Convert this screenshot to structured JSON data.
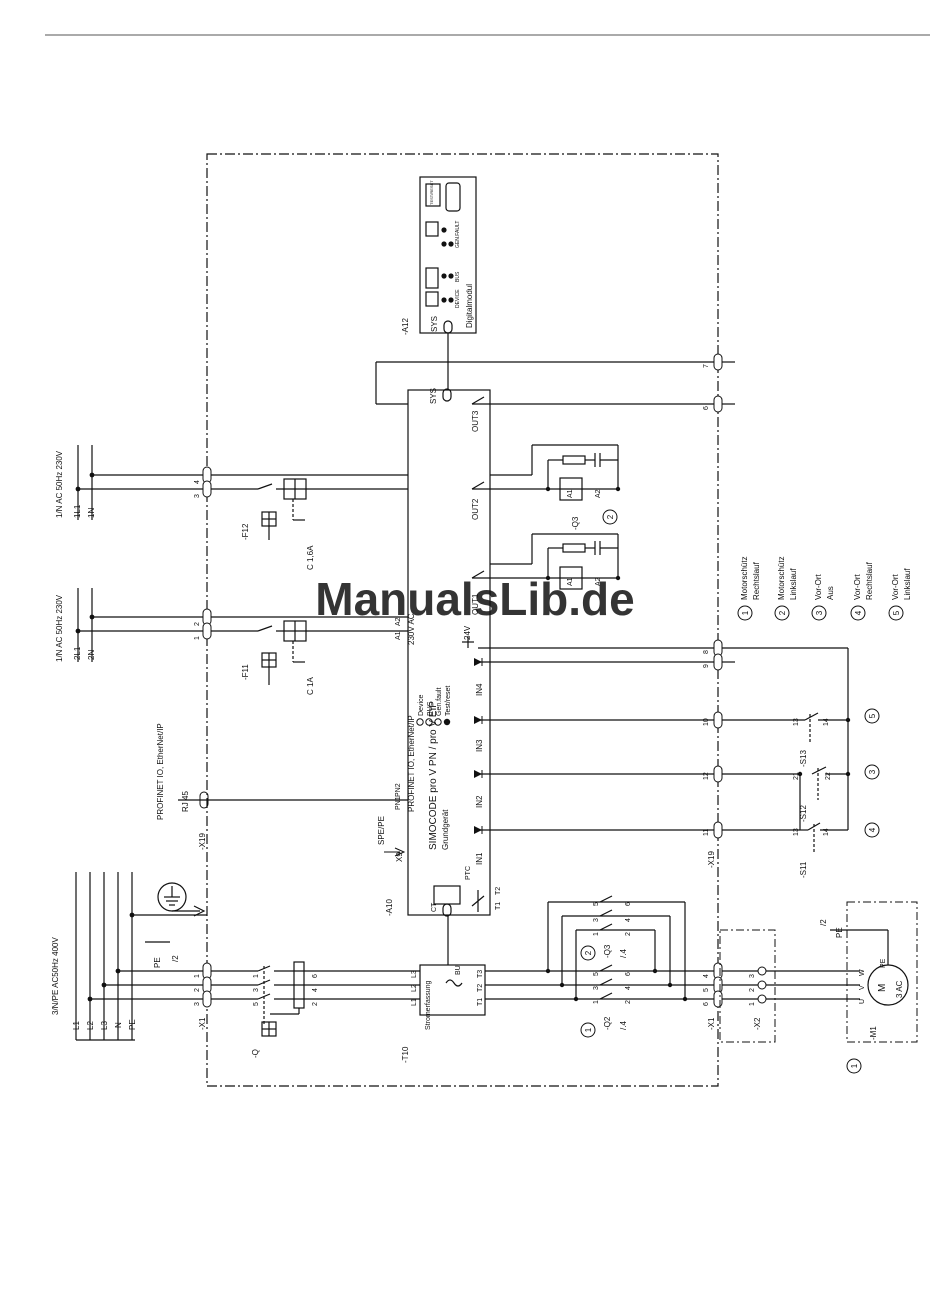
{
  "supplies": {
    "three_phase": "3/N/PE AC50Hz 400V",
    "three_phase_lines": [
      "L1",
      "L2",
      "L3",
      "N",
      "PE"
    ],
    "single_top": "1/N AC 50Hz 230V",
    "single_top_lines": [
      "1L1",
      "1N"
    ],
    "single_mid": "1/N AC 50Hz 230V",
    "single_mid_lines": [
      "2L1",
      "2N"
    ]
  },
  "terminals": {
    "x1": "-X1",
    "x2": "-X2",
    "x19": "-X19",
    "x9": "X9",
    "rj45": "RJ 45",
    "x1_left": [
      "1",
      "2",
      "3"
    ],
    "x1_right": [
      "4",
      "5",
      "6"
    ],
    "x2_nums": [
      "3",
      "2",
      "1"
    ],
    "x19_left": [
      "1",
      "2",
      "3",
      "4"
    ],
    "x19_right": [
      "6",
      "7",
      "8",
      "9",
      "10",
      "11",
      "12"
    ]
  },
  "devices": {
    "q": "-Q",
    "q_pins": [
      "1",
      "3",
      "5",
      "2",
      "4",
      "6"
    ],
    "f11": "-F11",
    "f11_rating": "C 1A",
    "f12": "-F12",
    "f12_rating": "C 1,6A",
    "t10": "-T10",
    "t10_name": "Stromerfassung",
    "t10_pins": [
      "L1",
      "L2",
      "L3",
      "T1",
      "T2",
      "T3"
    ],
    "t10_bu": "BU",
    "a10": "-A10",
    "a10_title": "SIMOCODE pro V PN / pro V EIP",
    "a10_sub": "Grundgerät",
    "a10_net": "PROFINET IO, EtherNet/IP",
    "a10_leds": [
      "Device",
      "BUS",
      "Gen.fault",
      "Test/reset"
    ],
    "a10_supply": "230V AC",
    "a10_pins": [
      "A1",
      "A2",
      "PN1",
      "PN2",
      "SPE/PE",
      "CT",
      "PTC",
      "T1",
      "T2",
      "SYS",
      "24V"
    ],
    "a10_inputs": [
      "IN1",
      "IN2",
      "IN3",
      "IN4"
    ],
    "a10_outputs": [
      "OUT1",
      "OUT2",
      "OUT3"
    ],
    "a12": "-A12",
    "a12_name": "Digitalmodul",
    "a12_labels": [
      "SYS",
      "DEVICE",
      "BUS",
      "GEN.FAULT",
      "TEST/RESET"
    ],
    "q2": "-Q2",
    "q3": "-Q3",
    "coil_pins": [
      "A1",
      "A2"
    ],
    "contactor_pins": [
      "1",
      "2",
      "3",
      "4",
      "5",
      "6"
    ],
    "s11": "-S11",
    "s12": "-S12",
    "s13": "-S13",
    "s_pins": [
      "13",
      "14",
      "21",
      "22"
    ],
    "m1": "-M1",
    "m1_motor": "M",
    "m1_type": "3 AC",
    "m1_pins": [
      "U",
      "V",
      "W",
      "PE"
    ],
    "profinet": "PROFINET IO, EtherNet/IP",
    "pe": "PE",
    "page_ref": "/2",
    "ref_4": "/.4"
  },
  "legend": [
    {
      "num": "1",
      "line1": "Motorschütz",
      "line2": "Rechtslauf"
    },
    {
      "num": "2",
      "line1": "Motorschütz",
      "line2": "Linkslauf"
    },
    {
      "num": "3",
      "line1": "Vor-Ort",
      "line2": "Aus"
    },
    {
      "num": "4",
      "line1": "Vor-Ort",
      "line2": "Rechtslauf"
    },
    {
      "num": "5",
      "line1": "Vor-Ort",
      "line2": "Linkslauf"
    }
  ],
  "watermark": "ManualsLib.de",
  "colors": {
    "line": "#111111",
    "watermark": "#a9c7ec"
  }
}
